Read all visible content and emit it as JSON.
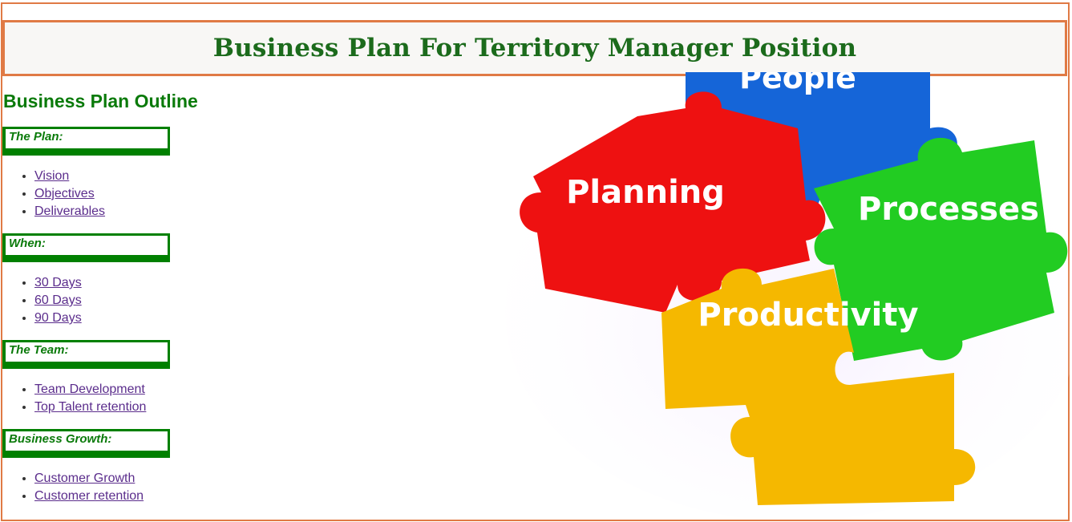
{
  "header": {
    "title": "Business Plan For Territory Manager Position"
  },
  "outline": {
    "title": "Business Plan Outline"
  },
  "sections": [
    {
      "label": "The Plan:",
      "items": [
        "Vision",
        "Objectives",
        "Deliverables"
      ]
    },
    {
      "label": "When:",
      "items": [
        "30 Days",
        "60 Days",
        "90 Days"
      ]
    },
    {
      "label": "The Team:",
      "items": [
        "Team Development",
        "Top Talent retention"
      ]
    },
    {
      "label": "Business Growth:",
      "items": [
        "Customer Growth",
        "Customer retention"
      ]
    }
  ],
  "illustration": {
    "pieces": [
      {
        "label": "People",
        "color": "#1565d8"
      },
      {
        "label": "Planning",
        "color": "#ee1111"
      },
      {
        "label": "Processes",
        "color": "#22cc22"
      },
      {
        "label": "Productivity",
        "color": "#f5b800"
      }
    ]
  },
  "colors": {
    "accent_border": "#e07a45",
    "green_text": "#0a7a0a",
    "link": "#5b2d8c"
  }
}
